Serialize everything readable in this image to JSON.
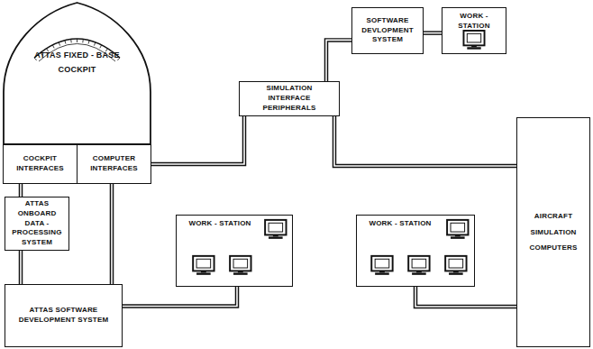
{
  "diagram": {
    "nodes": [
      {
        "text": [
          "ATTAS FIXED - BASE COCKPIT"
        ]
      },
      {
        "text": [
          "COCKPIT INTERFACES"
        ],
        "in": 0
      },
      {
        "text": [
          "COMPUTER INTERFACES"
        ],
        "in": 0
      },
      {
        "text": [
          "SOFTWARE DEVLOPMENT SYSTEM"
        ]
      },
      {
        "text": [
          "WORK - STATION"
        ]
      },
      {
        "text": [
          "SIMULATION INTERFACE PERIPHERALS"
        ]
      },
      {
        "text": [
          "ATTAS ONBOARD DATA - PROCESSING SYSTEM"
        ]
      },
      {
        "text": [
          "AIRCRAFT SIMULATION COMPUTERS"
        ]
      },
      {
        "text": [
          "WORK - STATION"
        ]
      },
      {
        "text": [
          "WORK - STATION"
        ]
      },
      {
        "text": [
          "ATTAS SOFTWARE DEVELOPMENT SYSTEM"
        ]
      }
    ],
    "edges": [
      {
        "from": 3,
        "to": 4,
        "arrow": "none"
      },
      {
        "from": 5,
        "to": 3,
        "arrow": "none"
      },
      {
        "from": 2,
        "to": 5,
        "arrow": "none"
      },
      {
        "from": 5,
        "to": 7,
        "arrow": "none"
      },
      {
        "from": 1,
        "to": 6,
        "arrow": "none"
      },
      {
        "from": 6,
        "to": 10,
        "arrow": "none"
      },
      {
        "from": 2,
        "to": 10,
        "arrow": "none"
      },
      {
        "from": 10,
        "to": 8,
        "arrow": "none"
      },
      {
        "from": 9,
        "to": 7,
        "arrow": "none"
      }
    ]
  }
}
